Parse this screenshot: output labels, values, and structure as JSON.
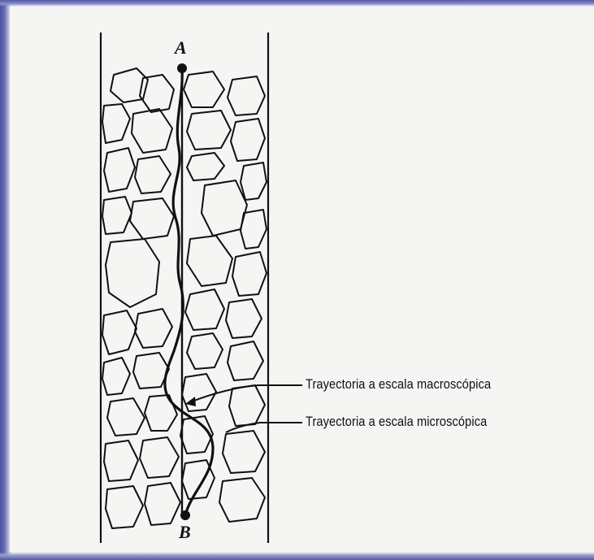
{
  "diagram": {
    "point_a": "A",
    "point_b": "B",
    "label_macroscopic": "Trayectoria a escala macroscópica",
    "label_microscopic": "Trayectoria a escala microscópica"
  },
  "colors": {
    "ink": "#111111",
    "paper": "#f5f5f4",
    "frame": "#5358a4"
  }
}
